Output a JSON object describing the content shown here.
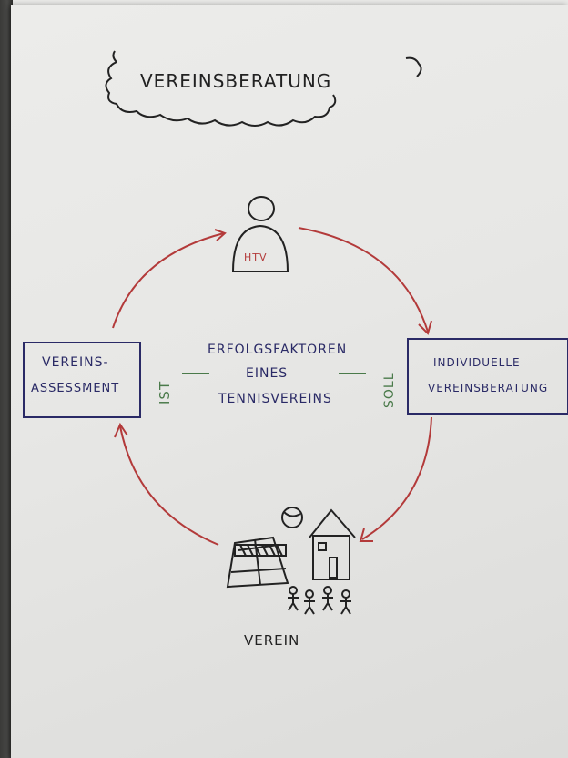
{
  "title": "VEREINSBERATUNG",
  "nodes": {
    "htv": "HTV",
    "assessment_line1": "VEREINS-",
    "assessment_line2": "ASSESSMENT",
    "beratung_line1": "INDIVIDUELLE",
    "beratung_line2": "VEREINSBERATUNG",
    "verein": "VEREIN"
  },
  "center": {
    "line1": "ERFOLGSFAKTOREN",
    "line2": "EINES",
    "line3": "TENNISVEREINS"
  },
  "side_labels": {
    "ist": "IST",
    "soll": "SOLL"
  },
  "colors": {
    "ink_blue": "#2a2a66",
    "ink_dark": "#222222",
    "arrow_red": "#b33a3a",
    "ink_green": "#4a7a4a"
  }
}
